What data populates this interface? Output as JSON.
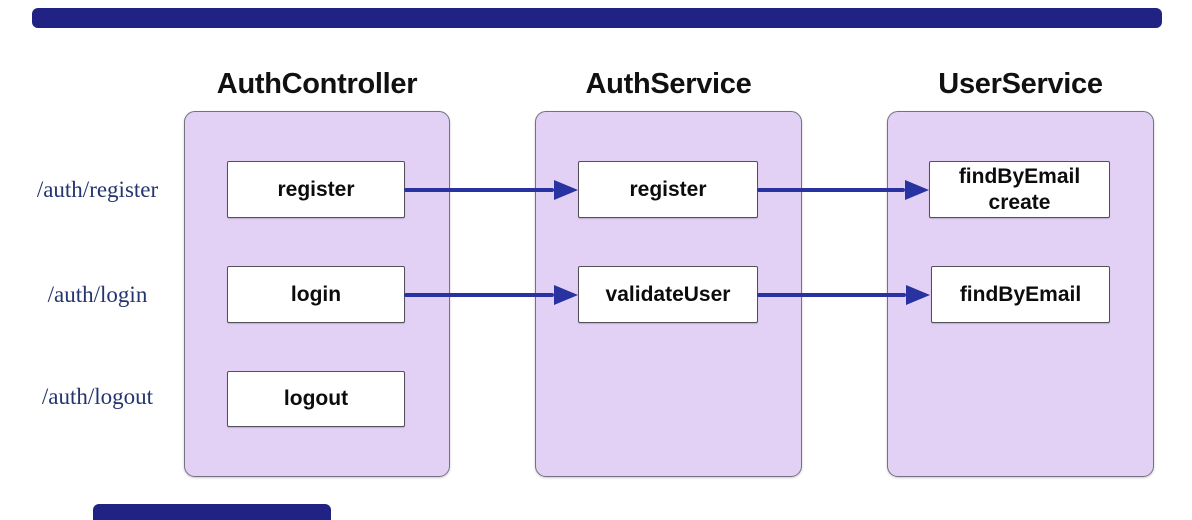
{
  "decor": {
    "top_bar": "navy-bar",
    "bottom_bar": "navy-bar-fragment"
  },
  "routes": [
    {
      "label": "/auth/register"
    },
    {
      "label": "/auth/login"
    },
    {
      "label": "/auth/logout"
    }
  ],
  "columns": [
    {
      "title": "AuthController",
      "boxes": [
        {
          "label": "register"
        },
        {
          "label": "login"
        },
        {
          "label": "logout"
        }
      ]
    },
    {
      "title": "AuthService",
      "boxes": [
        {
          "label": "register"
        },
        {
          "label": "validateUser"
        }
      ]
    },
    {
      "title": "UserService",
      "boxes": [
        {
          "label": "findByEmail\ncreate"
        },
        {
          "label": "findByEmail"
        }
      ]
    }
  ],
  "arrows": [
    {
      "from": "AuthController.register",
      "to": "AuthService.register"
    },
    {
      "from": "AuthService.register",
      "to": "UserService.findByEmail-create"
    },
    {
      "from": "AuthController.login",
      "to": "AuthService.validateUser"
    },
    {
      "from": "AuthService.validateUser",
      "to": "UserService.findByEmail"
    }
  ],
  "colors": {
    "container_fill": "#e2d0f5",
    "container_border": "#73737f",
    "box_border": "#515158",
    "box_fill": "#ffffff",
    "arrow": "#2832a0",
    "route_label": "#23346f",
    "title": "#111111",
    "bar": "#212384"
  }
}
